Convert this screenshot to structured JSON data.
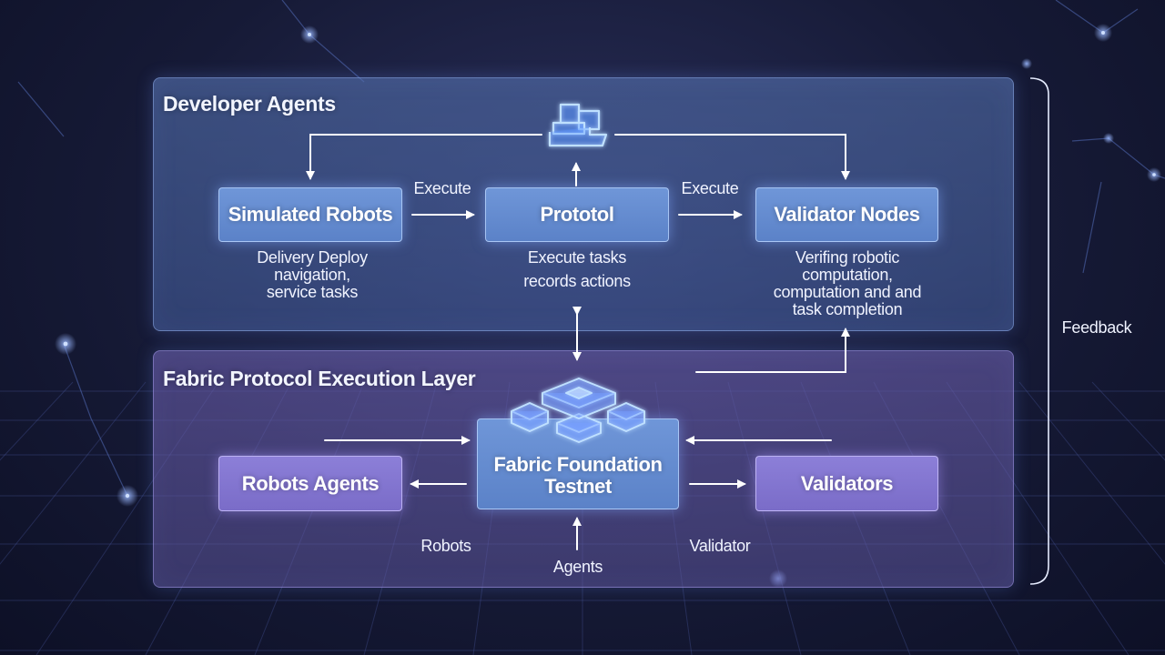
{
  "colors": {
    "top_panel": "#4e6aa8",
    "bottom_panel": "#655aa8",
    "node_blue": "#6f96d8",
    "node_purple": "#8c7fd8",
    "arrow": "#ffffff"
  },
  "top_panel": {
    "title": "Developer Agents",
    "icon": "stacked-blocks-icon",
    "nodes": {
      "simulated_robots": "Simulated Robots",
      "protocol": "Prototol",
      "validator_nodes": "Validator Nodes"
    },
    "edge_labels": {
      "execute_left": "Execute",
      "execute_right": "Execute"
    },
    "descriptions": {
      "simulated_robots": [
        "Delivery Deploy",
        "navigation,",
        "service tasks"
      ],
      "protocol": [
        "Execute tasks",
        "records actions"
      ],
      "validator_nodes": [
        "Verifing robotic",
        "computation,",
        "computation and and",
        "task completion"
      ]
    }
  },
  "bottom_panel": {
    "title": "Fabric Protocol Execution Layer",
    "icon": "server-stack-icon",
    "nodes": {
      "robots_agents": "Robots Agents",
      "testnet": [
        "Fabric Foundation",
        "Testnet"
      ],
      "validators": "Validators"
    },
    "edge_labels": {
      "robots": "Robots",
      "agents": "Agents",
      "validator": "Validator"
    }
  },
  "feedback_label": "Feedback"
}
